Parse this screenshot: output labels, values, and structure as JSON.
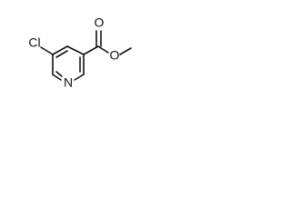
{
  "molecule": {
    "atoms": {
      "chlorine": "Cl",
      "ring_nitrogen": "N",
      "carbonyl_oxygen": "O",
      "ester_oxygen": "O"
    },
    "colors": {
      "ink": "#111111",
      "background": "#ffffff"
    }
  }
}
